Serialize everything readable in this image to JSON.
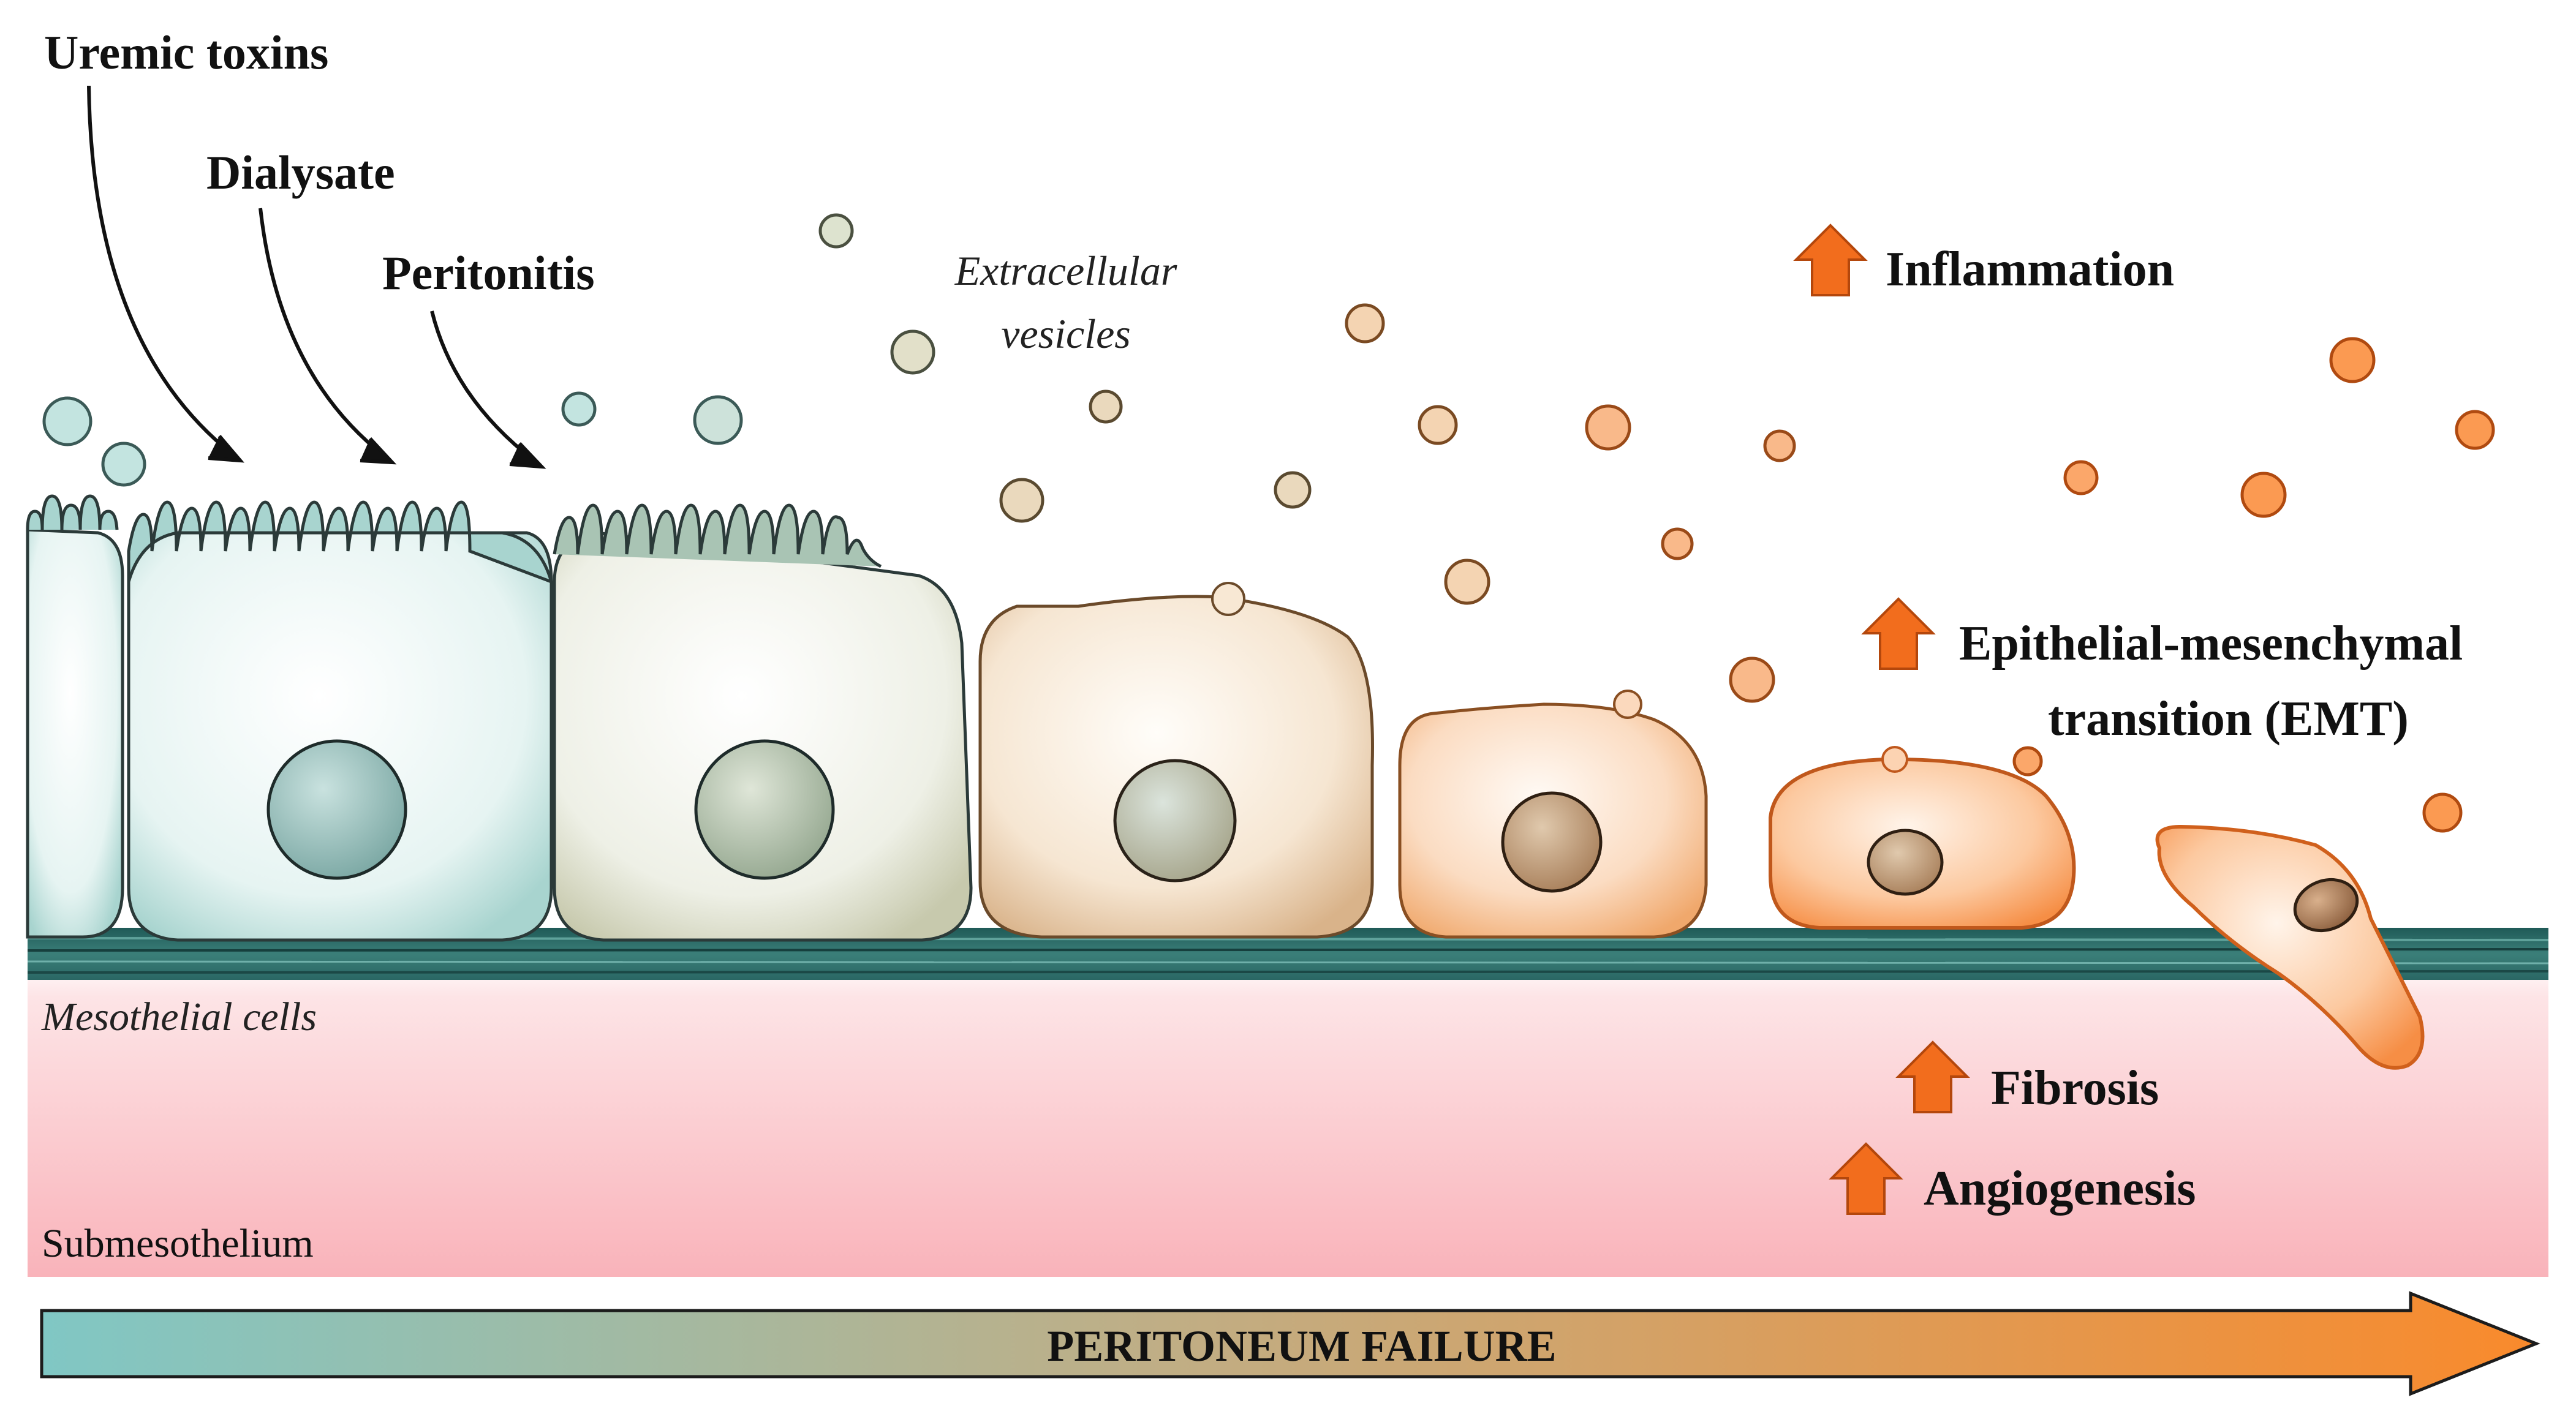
{
  "stressors": [
    "Uremic toxins",
    "Dialysate",
    "Peritonitis"
  ],
  "vesicles_label": [
    "Extracellular",
    "vesicles"
  ],
  "outcomes": {
    "inflammation": "Inflammation",
    "emt": [
      "Epithelial-mesenchymal",
      "transition (EMT)"
    ],
    "fibrosis": "Fibrosis",
    "angiogenesis": "Angiogenesis"
  },
  "layers": {
    "mesothelial": "Mesothelial cells",
    "submesothelium": "Submesothelium"
  },
  "progress_label": "PERITONEUM FAILURE",
  "colors": {
    "healthy": "#a9d5d0",
    "transition": "#c9ad86",
    "damaged": "#f5883d",
    "up_arrow": "#f26d1d",
    "basement": "#2f6f6b",
    "submesothelium": "#f9b7bd"
  }
}
